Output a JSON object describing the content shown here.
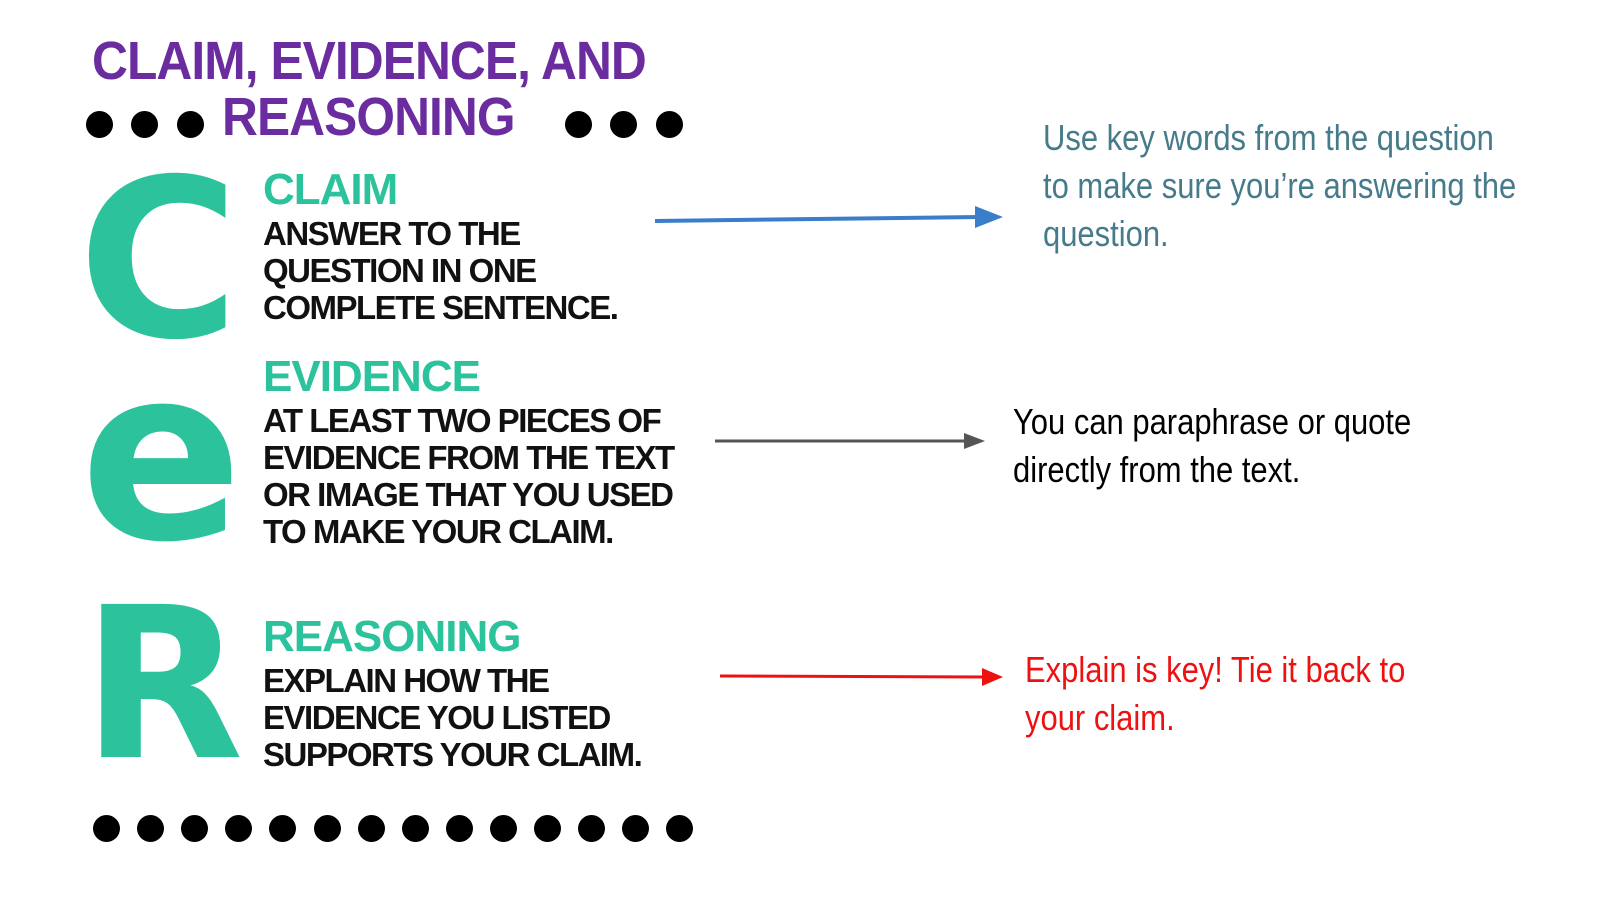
{
  "chart": {
    "title_line1": "Claim, Evidence, and",
    "title_line2": "Reasoning",
    "sections": [
      {
        "letter": "C",
        "heading": "Claim",
        "body": "Answer to the question in one complete sentence."
      },
      {
        "letter": "e",
        "heading": "Evidence",
        "body": "At least two pieces of evidence from the text or image that you used to make your claim."
      },
      {
        "letter": "R",
        "heading": "Reasoning",
        "body": "Explain how the evidence you listed supports your claim."
      }
    ]
  },
  "notes": [
    {
      "text": "Use key words from the question to make sure you’re answering the question.",
      "color": "#457b8a",
      "arrow_color": "#3a7dc9"
    },
    {
      "text": "You can paraphrase or quote directly from the text.",
      "color": "#000000",
      "arrow_color": "#555555"
    },
    {
      "text": "Explain is key! Tie it back to your claim.",
      "color": "#ee1111",
      "arrow_color": "#ee1111"
    }
  ]
}
